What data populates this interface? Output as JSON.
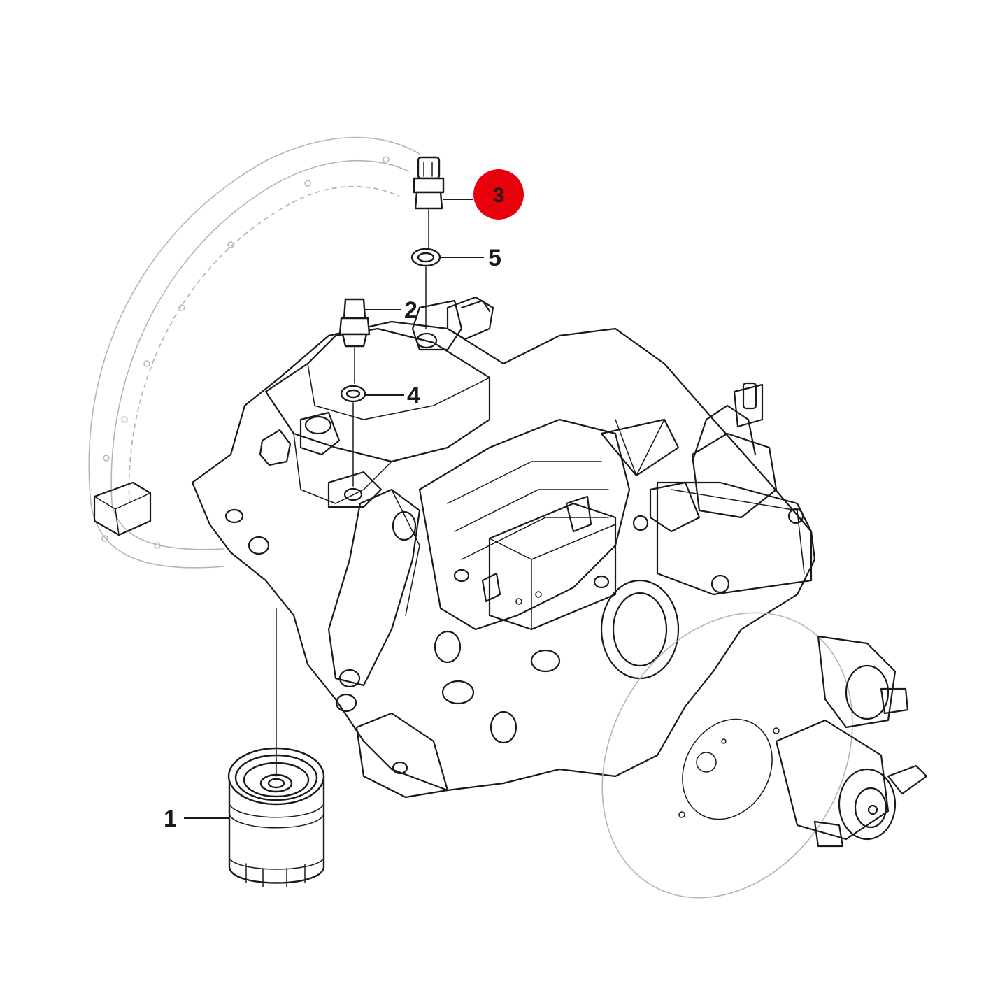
{
  "callouts": [
    {
      "number": "1",
      "part": "oil-filter",
      "highlighted": false
    },
    {
      "number": "2",
      "part": "pressure-switch",
      "highlighted": false
    },
    {
      "number": "3",
      "part": "pressure-sensor",
      "highlighted": true
    },
    {
      "number": "4",
      "part": "washer",
      "highlighted": false
    },
    {
      "number": "5",
      "part": "washer",
      "highlighted": false
    }
  ],
  "colors": {
    "highlight": "#e8000b",
    "line": "#1a1a1a",
    "faint": "#b5b5b5",
    "background": "#ffffff"
  }
}
